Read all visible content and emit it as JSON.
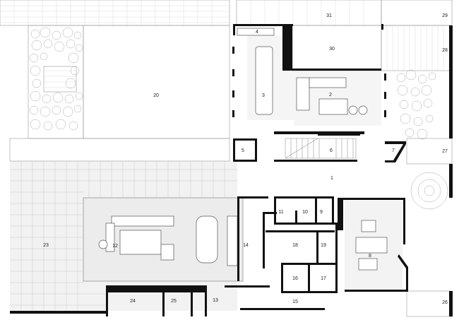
{
  "rooms": [
    {
      "id": "r1",
      "label": "1"
    },
    {
      "id": "r2",
      "label": "2"
    },
    {
      "id": "r3",
      "label": "3"
    },
    {
      "id": "r4",
      "label": "4"
    },
    {
      "id": "r5",
      "label": "5"
    },
    {
      "id": "r6",
      "label": "6"
    },
    {
      "id": "r7",
      "label": "7"
    },
    {
      "id": "r8",
      "label": "8"
    },
    {
      "id": "r9",
      "label": "9"
    },
    {
      "id": "r10",
      "label": "10"
    },
    {
      "id": "r11",
      "label": "11"
    },
    {
      "id": "r12",
      "label": "12"
    },
    {
      "id": "r13",
      "label": "13"
    },
    {
      "id": "r14",
      "label": "14"
    },
    {
      "id": "r15",
      "label": "15"
    },
    {
      "id": "r16",
      "label": "16"
    },
    {
      "id": "r17",
      "label": "17"
    },
    {
      "id": "r18",
      "label": "18"
    },
    {
      "id": "r19",
      "label": "19"
    },
    {
      "id": "r20",
      "label": "20"
    },
    {
      "id": "r23",
      "label": "23"
    },
    {
      "id": "r24",
      "label": "24"
    },
    {
      "id": "r25",
      "label": "25"
    },
    {
      "id": "r26",
      "label": "26"
    },
    {
      "id": "r27",
      "label": "27"
    },
    {
      "id": "r28",
      "label": "28"
    },
    {
      "id": "r29",
      "label": "29"
    },
    {
      "id": "r30",
      "label": "30"
    },
    {
      "id": "r31",
      "label": "31"
    }
  ]
}
